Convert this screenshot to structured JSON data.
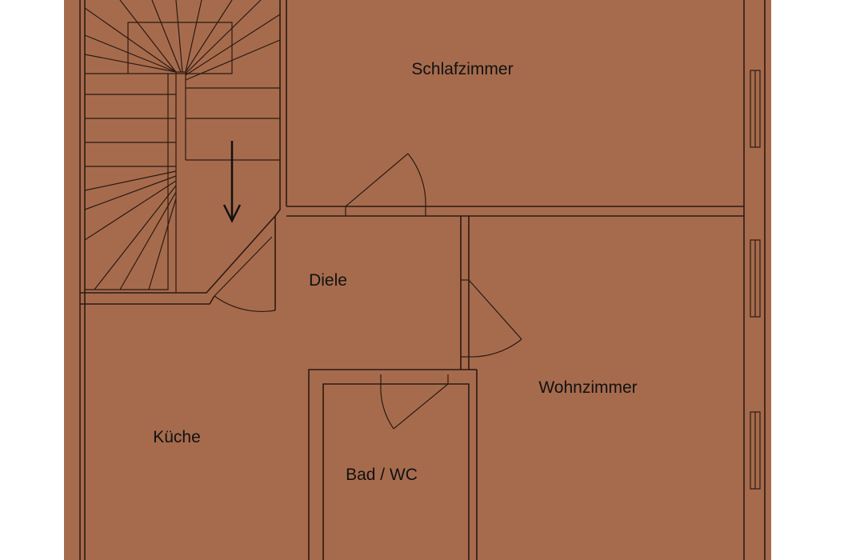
{
  "rooms": {
    "schlafzimmer": "Schlafzimmer",
    "diele": "Diele",
    "wohnzimmer": "Wohnzimmer",
    "kueche": "Küche",
    "bad": "Bad / WC"
  },
  "colors": {
    "floor": "#a66b4d",
    "wall_line": "#2b1a12",
    "background": "#ffffff"
  },
  "icons": {
    "stair_direction": "arrow-down-icon"
  }
}
